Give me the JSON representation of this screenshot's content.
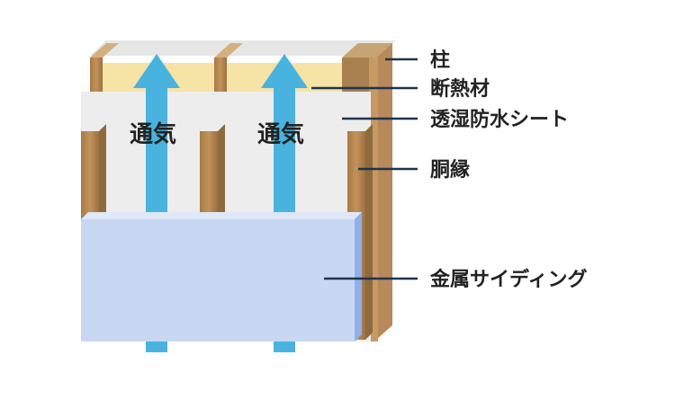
{
  "labels": {
    "pillar": "柱",
    "insulation": "断熱材",
    "membrane": "透湿防水シート",
    "furring": "胴縁",
    "siding": "金属サイディング"
  },
  "airflow": {
    "left_label": "通気",
    "right_label": "通気"
  },
  "colors": {
    "wood": "#b98a52",
    "wood_dark": "#8e6a3f",
    "insulation": "#f6e3a6",
    "membrane": "#eeeeee",
    "siding": "#c9d8f2",
    "siding_edge": "#8fb0ea",
    "arrow": "#49b3e0",
    "leader": "#1f3350",
    "text": "#222222"
  }
}
